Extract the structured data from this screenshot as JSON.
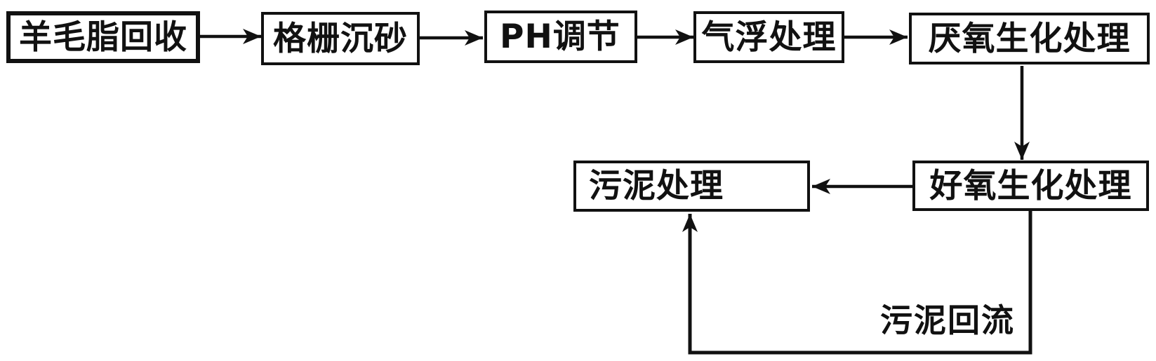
{
  "diagram": {
    "type": "flowchart",
    "nodes": [
      {
        "id": "lanolin-recovery",
        "label": "羊毛脂回收"
      },
      {
        "id": "grid-grit-settling",
        "label": "格栅沉砂"
      },
      {
        "id": "ph-adjustment",
        "label": "PH调节"
      },
      {
        "id": "air-flotation",
        "label": "气浮处理"
      },
      {
        "id": "anaerobic-treatment",
        "label": "厌氧生化处理"
      },
      {
        "id": "sludge-treatment",
        "label": "污泥处理"
      },
      {
        "id": "aerobic-treatment",
        "label": "好氧生化处理"
      }
    ],
    "edges": [
      {
        "from": "lanolin-recovery",
        "to": "grid-grit-settling",
        "label": ""
      },
      {
        "from": "grid-grit-settling",
        "to": "ph-adjustment",
        "label": ""
      },
      {
        "from": "ph-adjustment",
        "to": "air-flotation",
        "label": ""
      },
      {
        "from": "air-flotation",
        "to": "anaerobic-treatment",
        "label": ""
      },
      {
        "from": "anaerobic-treatment",
        "to": "aerobic-treatment",
        "label": ""
      },
      {
        "from": "aerobic-treatment",
        "to": "sludge-treatment",
        "label": ""
      },
      {
        "from": "aerobic-treatment",
        "to": "sludge-treatment",
        "label": "污泥回流"
      }
    ],
    "edge_labels": [
      {
        "id": "sludge-return",
        "label": "污泥回流"
      }
    ],
    "colors": {
      "line": "#111111",
      "background": "#ffffff"
    }
  }
}
